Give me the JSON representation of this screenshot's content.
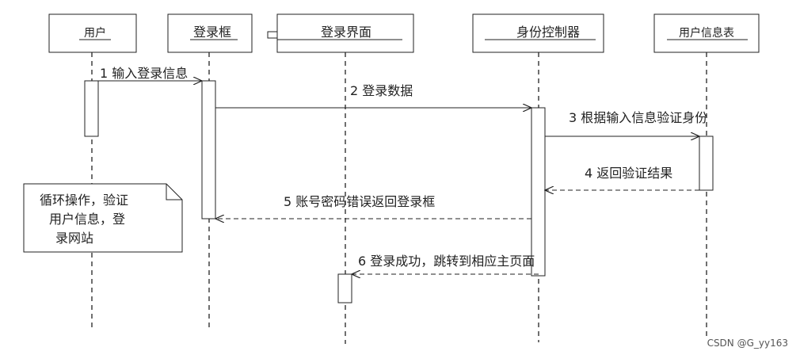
{
  "participants": [
    {
      "key": "user",
      "label": "用户"
    },
    {
      "key": "loginbox",
      "label": "登录框"
    },
    {
      "key": "loginui",
      "label": "登录界面"
    },
    {
      "key": "idctrl",
      "label": "身份控制器"
    },
    {
      "key": "usertable",
      "label": "用户信息表"
    }
  ],
  "messages": [
    {
      "key": "m1",
      "label": "1  输入登录信息"
    },
    {
      "key": "m2",
      "label": "2  登录数据"
    },
    {
      "key": "m3",
      "label": "3  根据输入信息验证身份"
    },
    {
      "key": "m4",
      "label": "4  返回验证结果"
    },
    {
      "key": "m5",
      "label": "5  账号密码错误返回登录框"
    },
    {
      "key": "m6",
      "label": "6  登录成功，跳转到相应主页面"
    }
  ],
  "note": {
    "lines": [
      "循环操作，验证",
      "用户信息，登",
      "录网站"
    ]
  },
  "watermark": "CSDN @G_yy163",
  "colors": {
    "line": "#222222",
    "box_bg": "#ffffff"
  }
}
